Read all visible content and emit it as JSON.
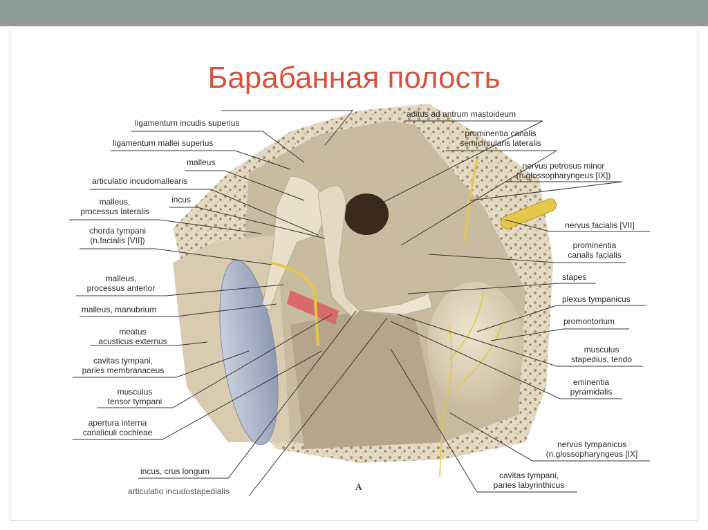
{
  "slide": {
    "title": "Барабанная полость"
  },
  "figure": {
    "panel_mark": "A",
    "labels_left": [
      {
        "id": "lig-incudis-sup",
        "lines": [
          "ligamentum incudis superius"
        ]
      },
      {
        "id": "lig-mallei-sup",
        "lines": [
          "ligamentum mallei superius"
        ]
      },
      {
        "id": "malleus",
        "lines": [
          "malleus"
        ]
      },
      {
        "id": "artic-incudomall",
        "lines": [
          "articulatio incudomallearis"
        ]
      },
      {
        "id": "malleus-proc-lat",
        "lines": [
          "malleus,",
          "processus lateralis"
        ]
      },
      {
        "id": "incus",
        "lines": [
          "incus"
        ]
      },
      {
        "id": "chorda-tympani",
        "lines": [
          "chorda tympani",
          "(n.facialis [VII])"
        ]
      },
      {
        "id": "malleus-proc-ant",
        "lines": [
          "malleus,",
          "processus anterior"
        ]
      },
      {
        "id": "malleus-manubrium",
        "lines": [
          "malleus, manubrium"
        ]
      },
      {
        "id": "meatus",
        "lines": [
          "meatus",
          "acusticus externus"
        ]
      },
      {
        "id": "paries-membr",
        "lines": [
          "cavitas tympani,",
          "paries membranaceus"
        ]
      },
      {
        "id": "tensor-tympani",
        "lines": [
          "musculus",
          "tensor tympani"
        ]
      },
      {
        "id": "apertura",
        "lines": [
          "apertura interna",
          "canaliculi cochleae"
        ]
      },
      {
        "id": "incus-crus",
        "lines": [
          "incus, crus longum"
        ]
      },
      {
        "id": "artic-incudostap",
        "lines": [
          "articulatio incudostapedialis"
        ]
      }
    ],
    "labels_right": [
      {
        "id": "aditus",
        "lines": [
          "aditus ad antrum mastoideum"
        ]
      },
      {
        "id": "prom-semicirc",
        "lines": [
          "prominentia canalis",
          "semicircularis lateralis"
        ]
      },
      {
        "id": "petrosus-minor",
        "lines": [
          "nervus petrosus minor",
          "(n.glossopharyngeus [IX])"
        ]
      },
      {
        "id": "n-facialis",
        "lines": [
          "nervus facialis [VII]"
        ]
      },
      {
        "id": "prom-facialis",
        "lines": [
          "prominentia",
          "canalis facialis"
        ]
      },
      {
        "id": "stapes",
        "lines": [
          "stapes"
        ]
      },
      {
        "id": "plexus",
        "lines": [
          "plexus tympanicus"
        ]
      },
      {
        "id": "promontorium",
        "lines": [
          "promontorium"
        ]
      },
      {
        "id": "stapedius",
        "lines": [
          "musculus",
          "stapedius, tendo"
        ]
      },
      {
        "id": "eminentia",
        "lines": [
          "eminentia",
          "pyramidalis"
        ]
      },
      {
        "id": "n-tympanicus",
        "lines": [
          "nervus tympanicus",
          "(n.glossopharyngeus [IX]"
        ]
      },
      {
        "id": "paries-labyr",
        "lines": [
          "cavitas tympani,",
          "paries labyrinthicus"
        ]
      }
    ]
  },
  "colors": {
    "topbar": "#8d9d95",
    "title": "#d4533a",
    "bone": "#d9cdb4",
    "cavity": "#b9ab92",
    "membrane": "#aab4c8",
    "nerve": "#e2c84a"
  }
}
